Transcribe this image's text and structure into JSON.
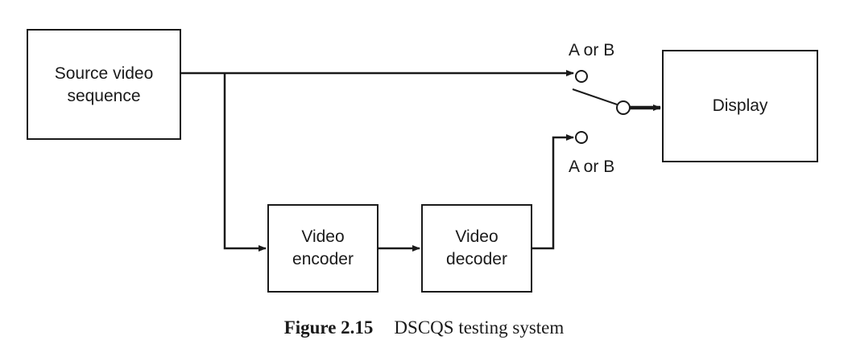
{
  "blocks": {
    "source": {
      "line1": "Source video",
      "line2": "sequence"
    },
    "encoder": {
      "line1": "Video",
      "line2": "encoder"
    },
    "decoder": {
      "line1": "Video",
      "line2": "decoder"
    },
    "display": {
      "label": "Display"
    }
  },
  "switch": {
    "top_label": "A or B",
    "bottom_label": "A or B"
  },
  "caption": {
    "number": "Figure 2.15",
    "title": "DSCQS testing system"
  }
}
